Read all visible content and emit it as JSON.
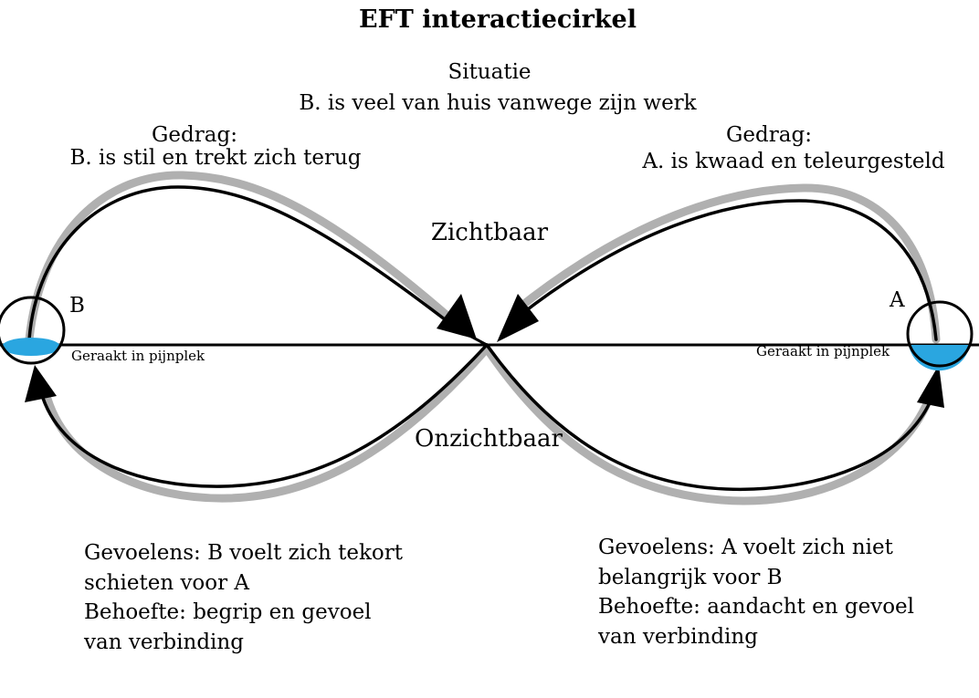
{
  "title": "EFT interactiecirkel",
  "situation": {
    "heading": "Situatie",
    "text": "B. is veel van huis vanwege zijn werk"
  },
  "behavior_b": {
    "heading": "Gedrag:",
    "text": "B. is stil en trekt zich terug"
  },
  "behavior_a": {
    "heading": "Gedrag:",
    "text": "A. is kwaad en teleurgesteld"
  },
  "visible_label": "Zichtbaar",
  "invisible_label": "Onzichtbaar",
  "point_b": {
    "label": "B",
    "caption": "Geraakt in pijnplek"
  },
  "point_a": {
    "label": "A",
    "caption": "Geraakt in pijnplek"
  },
  "feelings_b": {
    "line1": "Gevoelens: B voelt zich tekort",
    "line2": "schieten voor A",
    "line3": "Behoefte: begrip en gevoel",
    "line4": "van verbinding"
  },
  "feelings_a": {
    "line1": "Gevoelens: A voelt zich niet",
    "line2": "belangrijk voor B",
    "line3": "Behoefte: aandacht en gevoel",
    "line4": "van verbinding"
  },
  "colors": {
    "stroke": "#000000",
    "shadow": "#b0b0b0",
    "pain_fill": "#2aa6e0"
  }
}
